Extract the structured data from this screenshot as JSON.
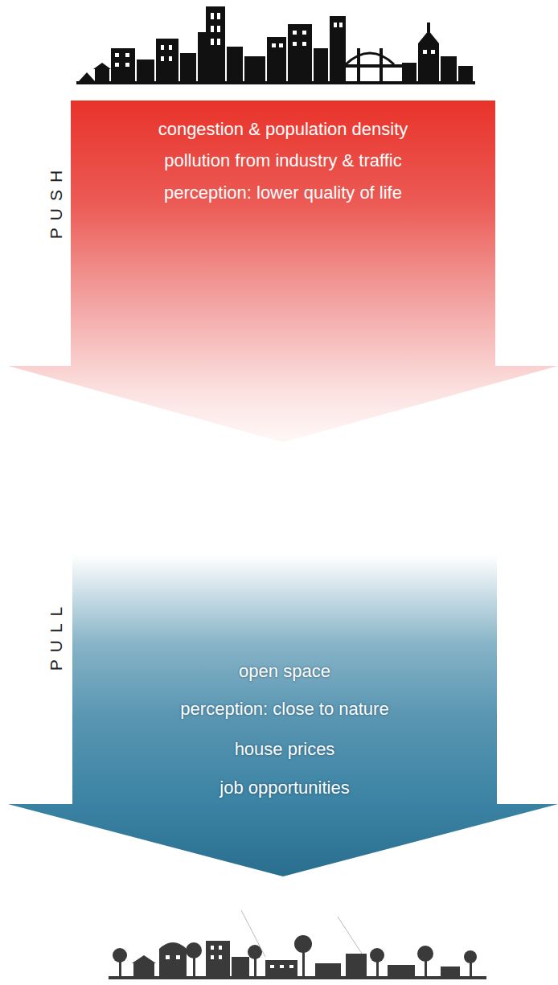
{
  "diagram": {
    "nodes": [
      {
        "text": [
          "congestion & population density",
          "pollution from industry & traffic",
          "perception: lower quality of life"
        ]
      },
      {
        "text": [
          "open space",
          "perception: close to nature",
          "house prices",
          "job opportunities"
        ]
      }
    ],
    "labels": [
      "PUSH",
      "PULL"
    ]
  }
}
